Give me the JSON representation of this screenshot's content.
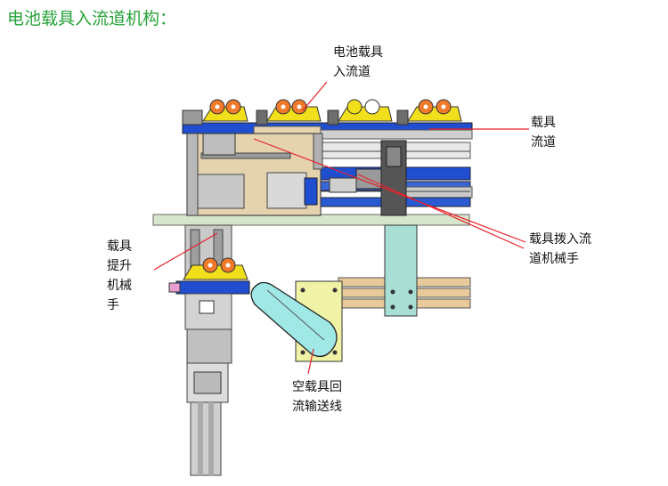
{
  "title": "电池载具入流道机构：",
  "labels": {
    "battery_carrier_entry": [
      "电池载具",
      "入流道"
    ],
    "carrier_channel": [
      "载具",
      "流道"
    ],
    "carrier_push_robot": [
      "载具拨入流",
      "道机械手"
    ],
    "carrier_lift_robot": [
      "载具",
      "提升",
      "机械",
      "手"
    ],
    "empty_carrier_return": [
      "空载具回",
      "流输送线"
    ]
  },
  "colors": {
    "title": "#27a33a",
    "leader_line": "#e8202a",
    "table": "#d6e6cc",
    "frame_tan": "#e5d3b0",
    "conveyor_blue": "#1f4fd0",
    "roller_orange": "#f07a2a",
    "carrier_yellow": "#f2df1c",
    "plate_cyan": "#a8ded4",
    "plate_lime": "#f0f2a6",
    "return_belt_cyan": "#9fe8e6",
    "return_belt_tan": "#e8ca9a"
  }
}
